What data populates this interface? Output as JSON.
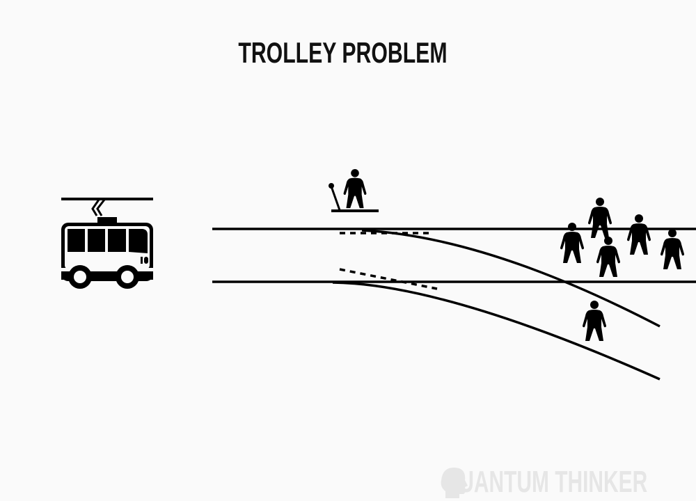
{
  "title": "TROLLEY PROBLEM",
  "watermark": "QUANTUM THINKER",
  "colors": {
    "background": "#fafafa",
    "ink": "#000000",
    "watermark": "#e6e6e6"
  },
  "icons": [
    "trolleybus-icon",
    "person-at-lever-icon",
    "lever-icon",
    "person-icon",
    "brain-head-icon"
  ],
  "main_track_people_count": 5,
  "side_track_people_count": 1
}
